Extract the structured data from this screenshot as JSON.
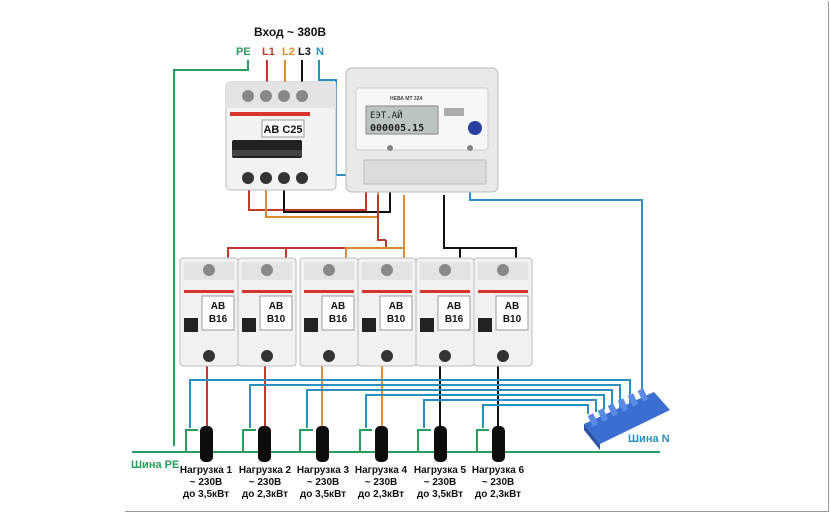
{
  "title": "Вход ~ 380В",
  "phases": [
    {
      "label": "PE",
      "color": "#2a9c5c"
    },
    {
      "label": "L1",
      "color": "#c0392b"
    },
    {
      "label": "L2",
      "color": "#e08a2c"
    },
    {
      "label": "L3",
      "color": "#111111"
    },
    {
      "label": "N",
      "color": "#2a8fc0"
    }
  ],
  "main_breaker": {
    "line1": "АВ",
    "line2": "C25"
  },
  "meter": {
    "brand": "НЕВА МТ 324",
    "display": "000005.15",
    "display_top": "ЕЭТ.АЙ"
  },
  "breakers": [
    {
      "line1": "АВ",
      "line2": "B16"
    },
    {
      "line1": "АВ",
      "line2": "B10"
    },
    {
      "line1": "АВ",
      "line2": "B16"
    },
    {
      "line1": "АВ",
      "line2": "B10"
    },
    {
      "line1": "АВ",
      "line2": "B16"
    },
    {
      "line1": "АВ",
      "line2": "B10"
    }
  ],
  "loads": [
    {
      "name": "Нагрузка 1",
      "voltage": "~ 230В",
      "power": "до 3,5кВт"
    },
    {
      "name": "Нагрузка 2",
      "voltage": "~ 230В",
      "power": "до 2,3кВт"
    },
    {
      "name": "Нагрузка 3",
      "voltage": "~ 230В",
      "power": "до 3,5кВт"
    },
    {
      "name": "Нагрузка 4",
      "voltage": "~ 230В",
      "power": "до 2,3кВт"
    },
    {
      "name": "Нагрузка 5",
      "voltage": "~ 230В",
      "power": "до 3,5кВт"
    },
    {
      "name": "Нагрузка 6",
      "voltage": "~ 230В",
      "power": "до 2,3кВт"
    }
  ],
  "bus_pe": "Шина PE",
  "bus_n": "Шина N",
  "colors": {
    "pe": "#2a9c5c",
    "l1": "#c0392b",
    "l2": "#e08a2c",
    "l3": "#111111",
    "n": "#2a8fc0",
    "breaker_red": "#d9342b"
  }
}
